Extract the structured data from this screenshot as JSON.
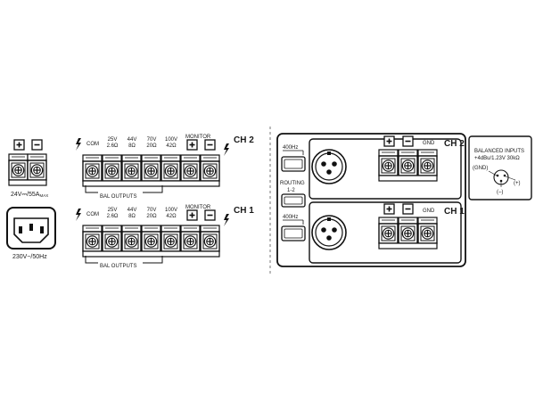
{
  "power": {
    "dc_label": "24V⎓/55A",
    "dc_subscript": "MAX",
    "ac_label": "230V~/50Hz"
  },
  "outputs": {
    "ch2": {
      "channel_label": "CH 2",
      "monitor_label": "MONITOR",
      "bal_outputs_label": "BAL OUTPUTS",
      "taps": [
        {
          "line1": "COM",
          "line2": ""
        },
        {
          "line1": "25V",
          "line2": "2.6Ω"
        },
        {
          "line1": "44V",
          "line2": "8Ω"
        },
        {
          "line1": "70V",
          "line2": "20Ω"
        },
        {
          "line1": "100V",
          "line2": "42Ω"
        }
      ]
    },
    "ch1": {
      "channel_label": "CH 1",
      "monitor_label": "MONITOR",
      "bal_outputs_label": "BAL OUTPUTS",
      "taps": [
        {
          "line1": "COM",
          "line2": ""
        },
        {
          "line1": "25V",
          "line2": "2.6Ω"
        },
        {
          "line1": "44V",
          "line2": "8Ω"
        },
        {
          "line1": "70V",
          "line2": "20Ω"
        },
        {
          "line1": "100V",
          "line2": "42Ω"
        }
      ]
    }
  },
  "inputs": {
    "ch2": {
      "filter_label": "400Hz",
      "gnd_label": "GND",
      "channel_label": "CH 2"
    },
    "ch1": {
      "filter_label": "400Hz",
      "gnd_label": "GND",
      "channel_label": "CH 1"
    },
    "routing_label": "ROUTING",
    "routing_value": "1-2"
  },
  "legend": {
    "title": "BALANCED INPUTS",
    "spec": "+4dBu/1.23V 30kΩ",
    "gnd": "(GND)",
    "minus": "(–)",
    "plus": "(+)"
  }
}
